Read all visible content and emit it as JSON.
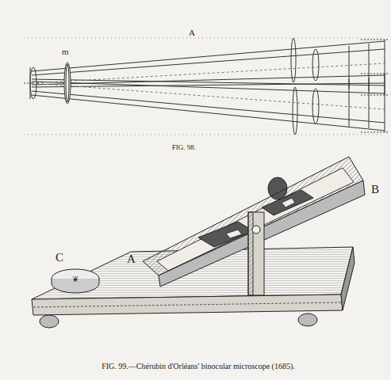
{
  "diagram": {
    "caption": "FIG. 99.—Chérubin d'Orléans' binocular microscope (1685).",
    "labels": [
      "A",
      "m",
      "FIG. 98.",
      "A",
      "B",
      "C"
    ]
  }
}
